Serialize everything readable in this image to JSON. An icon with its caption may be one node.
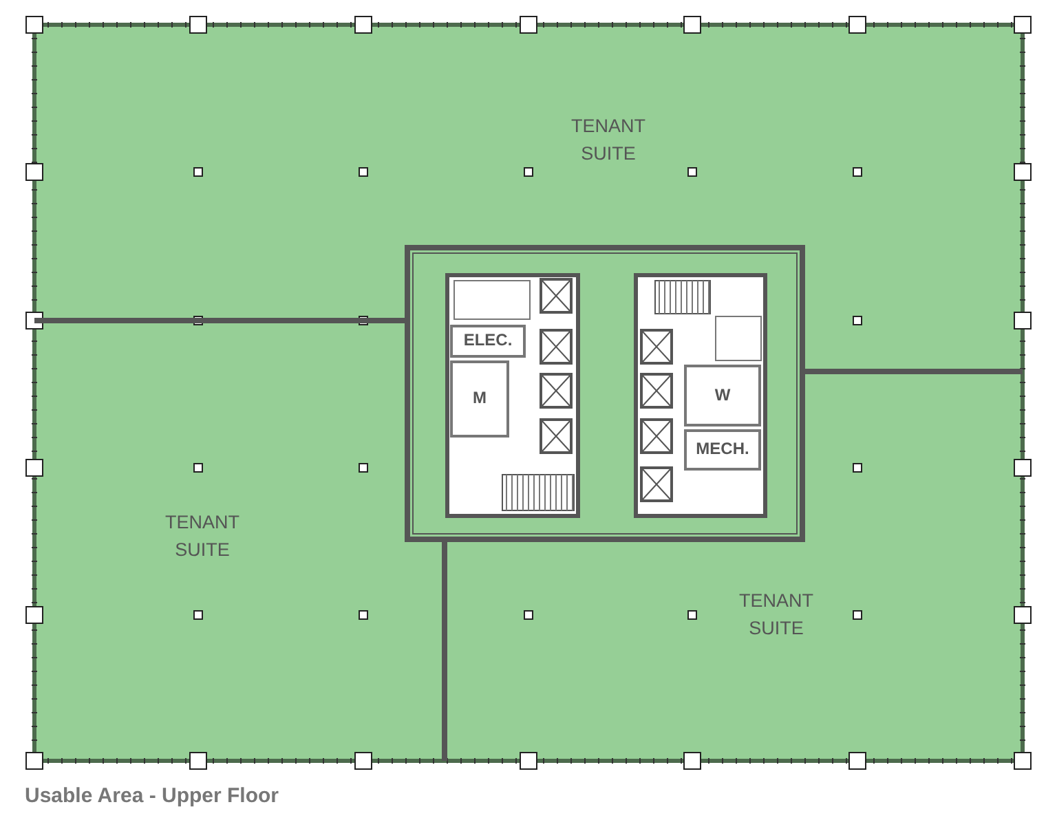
{
  "diagram": {
    "caption": "Usable Area - Upper Floor",
    "nodes": [
      {
        "text": [
          "TENANT SUITE"
        ]
      },
      {
        "text": [
          "ELEC."
        ]
      },
      {
        "text": [
          "M"
        ]
      },
      {
        "text": [
          "W"
        ]
      },
      {
        "text": [
          "MECH."
        ]
      },
      {
        "text": [
          "TENANT SUITE"
        ]
      },
      {
        "text": [
          "TENANT SUITE"
        ]
      }
    ]
  }
}
